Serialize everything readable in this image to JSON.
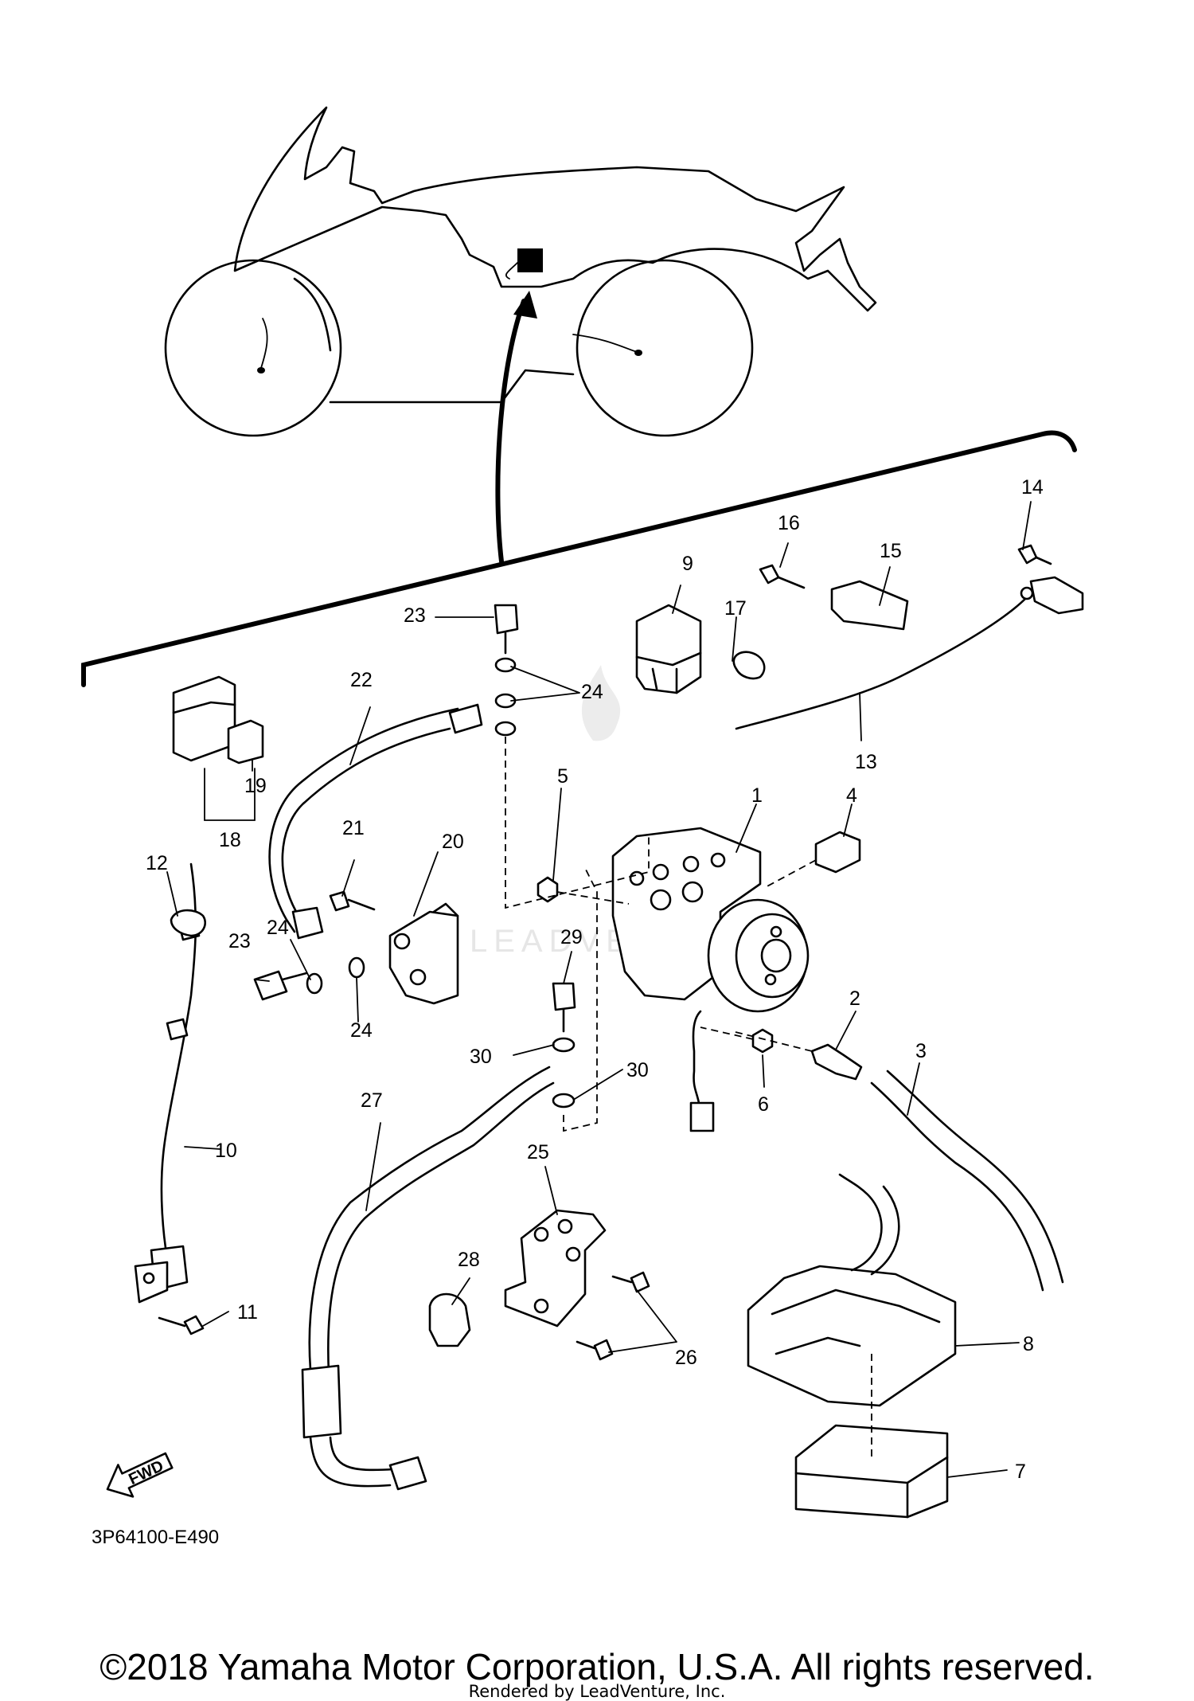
{
  "diagram": {
    "part_numbers": [
      "1",
      "2",
      "3",
      "4",
      "5",
      "6",
      "7",
      "8",
      "9",
      "10",
      "11",
      "12",
      "13",
      "14",
      "15",
      "16",
      "17",
      "18",
      "19",
      "20",
      "21",
      "22",
      "23",
      "23",
      "24",
      "24",
      "24",
      "24",
      "25",
      "26",
      "27",
      "28",
      "29",
      "30",
      "30"
    ],
    "fwd_label": "FWD",
    "drawing_code": "3P64100-E490",
    "watermark": "LEADVENTURE"
  },
  "footer": {
    "copyright": "©2018 Yamaha Motor Corporation, U.S.A. All rights reserved.",
    "rendered_by": "Rendered by LeadVenture, Inc."
  },
  "colors": {
    "line": "#000000",
    "background": "#ffffff",
    "watermark": "#e6e6e6"
  }
}
